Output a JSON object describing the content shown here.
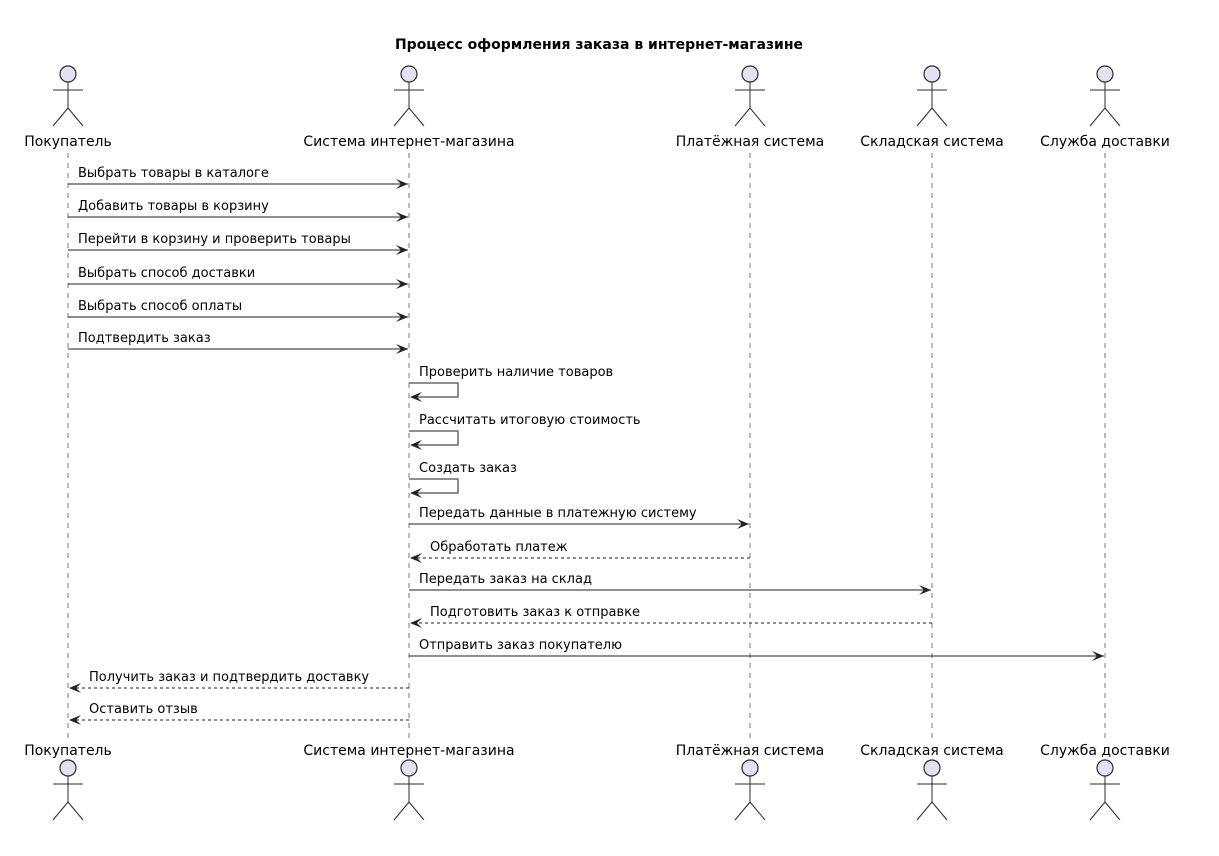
{
  "title": "Процесс оформления заказа в интернет-магазине",
  "colors": {
    "actor_head_fill": "#e2e2f0",
    "line": "#222222",
    "lifeline": "#7a7a7a"
  },
  "participants": [
    {
      "id": "customer",
      "label": "Покупатель",
      "kind": "actor"
    },
    {
      "id": "shop",
      "label": "Система интернет-магазина",
      "kind": "actor"
    },
    {
      "id": "payment",
      "label": "Платёжная система",
      "kind": "actor"
    },
    {
      "id": "warehouse",
      "label": "Складская система",
      "kind": "actor"
    },
    {
      "id": "delivery",
      "label": "Служба доставки",
      "kind": "actor"
    }
  ],
  "messages": [
    {
      "from": "customer",
      "to": "shop",
      "label": "Выбрать товары в каталоге",
      "style": "solid"
    },
    {
      "from": "customer",
      "to": "shop",
      "label": "Добавить товары в корзину",
      "style": "solid"
    },
    {
      "from": "customer",
      "to": "shop",
      "label": "Перейти в корзину и проверить товары",
      "style": "solid"
    },
    {
      "from": "customer",
      "to": "shop",
      "label": "Выбрать способ доставки",
      "style": "solid"
    },
    {
      "from": "customer",
      "to": "shop",
      "label": "Выбрать способ оплаты",
      "style": "solid"
    },
    {
      "from": "customer",
      "to": "shop",
      "label": "Подтвердить заказ",
      "style": "solid"
    },
    {
      "from": "shop",
      "to": "shop",
      "label": "Проверить наличие товаров",
      "style": "solid"
    },
    {
      "from": "shop",
      "to": "shop",
      "label": "Рассчитать итоговую стоимость",
      "style": "solid"
    },
    {
      "from": "shop",
      "to": "shop",
      "label": "Создать заказ",
      "style": "solid"
    },
    {
      "from": "shop",
      "to": "payment",
      "label": "Передать данные в платежную систему",
      "style": "solid"
    },
    {
      "from": "payment",
      "to": "shop",
      "label": "Обработать платеж",
      "style": "dashed"
    },
    {
      "from": "shop",
      "to": "warehouse",
      "label": "Передать заказ на склад",
      "style": "solid"
    },
    {
      "from": "warehouse",
      "to": "shop",
      "label": "Подготовить заказ к отправке",
      "style": "dashed"
    },
    {
      "from": "shop",
      "to": "delivery",
      "label": "Отправить заказ покупателю",
      "style": "solid"
    },
    {
      "from": "shop",
      "to": "customer",
      "label": "Получить заказ и подтвердить доставку",
      "style": "dashed"
    },
    {
      "from": "shop",
      "to": "customer",
      "label": "Оставить отзыв",
      "style": "dashed"
    }
  ]
}
